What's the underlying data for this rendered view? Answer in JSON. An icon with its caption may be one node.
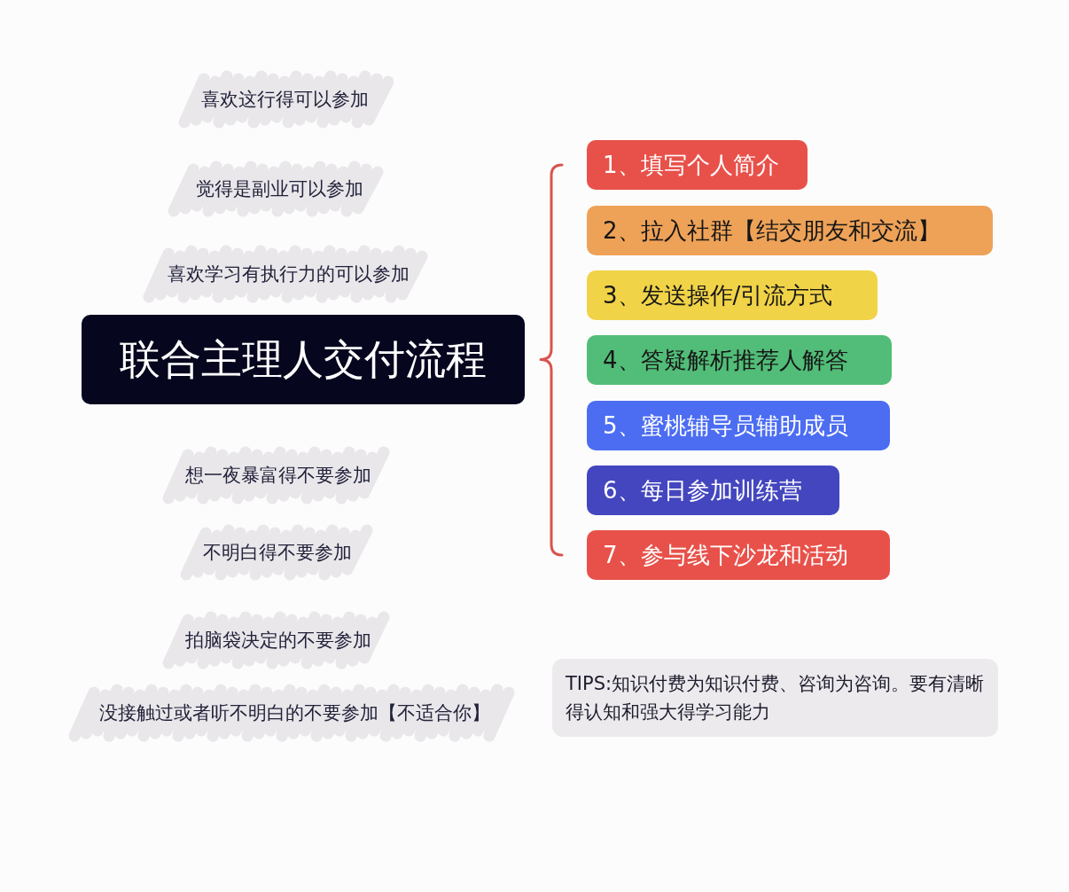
{
  "diagram": {
    "nodes": [
      {
        "text": [
          "喜欢这行得可以参加"
        ]
      },
      {
        "text": [
          "觉得是副业可以参加"
        ]
      },
      {
        "text": [
          "喜欢学习有执行力的可以参加"
        ]
      },
      {
        "text": [
          "联合主理人交付流程"
        ]
      },
      {
        "text": [
          "1、填写个人简介"
        ]
      },
      {
        "text": [
          "2、拉入社群【结交朋友和交流】"
        ]
      },
      {
        "text": [
          "3、发送操作/引流方式"
        ]
      },
      {
        "text": [
          "4、答疑解析推荐人解答"
        ]
      },
      {
        "text": [
          "5、蜜桃辅导员辅助成员"
        ]
      },
      {
        "text": [
          "6、每日参加训练营"
        ]
      },
      {
        "text": [
          "7、参与线下沙龙和活动"
        ]
      },
      {
        "text": [
          "想一夜暴富得不要参加"
        ]
      },
      {
        "text": [
          "不明白得不要参加"
        ]
      },
      {
        "text": [
          "拍脑袋决定的不要参加"
        ]
      },
      {
        "text": [
          "没接触过或者听不明白的不要参加【不适合你】"
        ]
      },
      {
        "text": [
          "TIPS:知识付费为知识付费、咨询为咨询。要有清晰得认知和强大得学习能力"
        ]
      }
    ]
  }
}
